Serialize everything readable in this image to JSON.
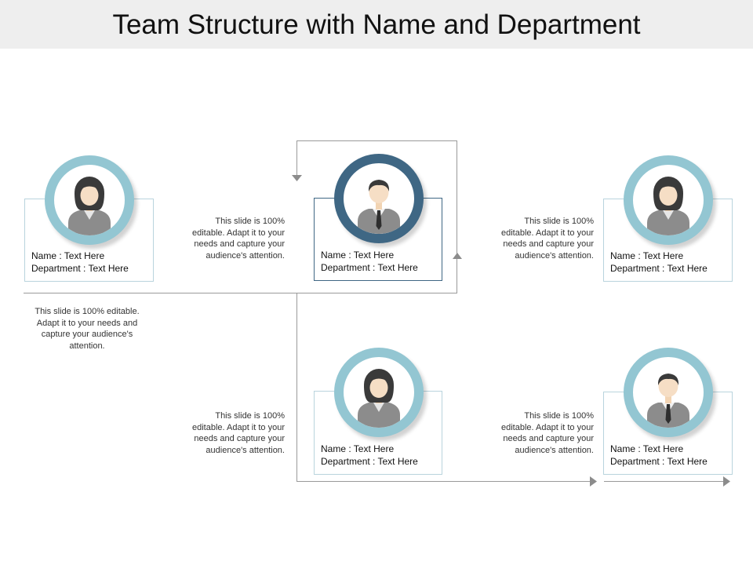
{
  "title": "Team Structure with Name and Department",
  "colors": {
    "accent": "#93c6d2",
    "lead": "#3f6784",
    "line": "#9a9a9a"
  },
  "members": [
    {
      "name_line": "Name : Text Here",
      "dept_line": "Department  : Text Here",
      "avatar": "female-person-icon"
    },
    {
      "name_line": "Name : Text Here",
      "dept_line": "Department  : Text Here",
      "avatar": "male-person-icon"
    },
    {
      "name_line": "Name : Text Here",
      "dept_line": "Department  : Text Here",
      "avatar": "female-person-icon"
    },
    {
      "name_line": "Name : Text Here",
      "dept_line": "Department  : Text Here",
      "avatar": "female-person-icon"
    },
    {
      "name_line": "Name : Text Here",
      "dept_line": "Department  : Text Here",
      "avatar": "male-person-icon"
    }
  ],
  "notes": {
    "top_left": [
      "This slide is 100%",
      "editable. Adapt it to your",
      "needs and capture your",
      "audience's attention."
    ],
    "top_right": [
      "This slide is 100%",
      "editable. Adapt it to your",
      "needs and capture your",
      "audience's attention."
    ],
    "left": [
      "This slide is 100% editable.",
      "Adapt it to your needs and",
      "capture your audience's",
      "attention."
    ],
    "bottom_left": [
      "This slide is 100%",
      "editable. Adapt it to your",
      "needs and capture your",
      "audience's attention."
    ],
    "bottom_right": [
      "This slide is 100%",
      "editable. Adapt it to your",
      "needs and capture your",
      "audience's attention."
    ]
  }
}
